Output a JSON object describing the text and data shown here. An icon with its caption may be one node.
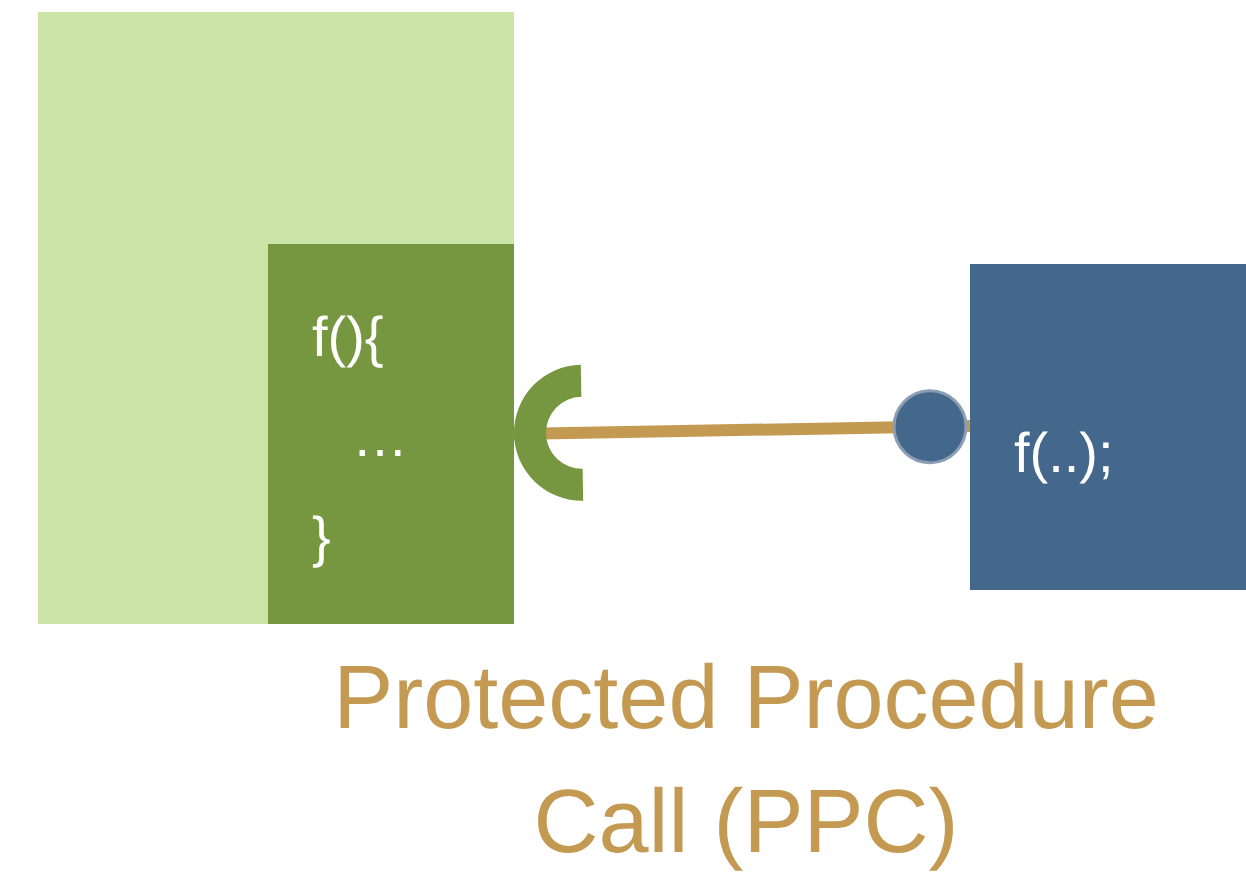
{
  "diagram": {
    "nodes": [
      {
        "text": [],
        "shape": "box"
      },
      {
        "text": [
          "f(){ … }"
        ],
        "in": 0
      },
      {
        "text": [
          "f(..);"
        ]
      }
    ],
    "edges": [
      {
        "from": 1,
        "to": 2,
        "arrow": "other"
      }
    ],
    "labels": [
      "Protected Procedure Call (PPC)"
    ]
  }
}
